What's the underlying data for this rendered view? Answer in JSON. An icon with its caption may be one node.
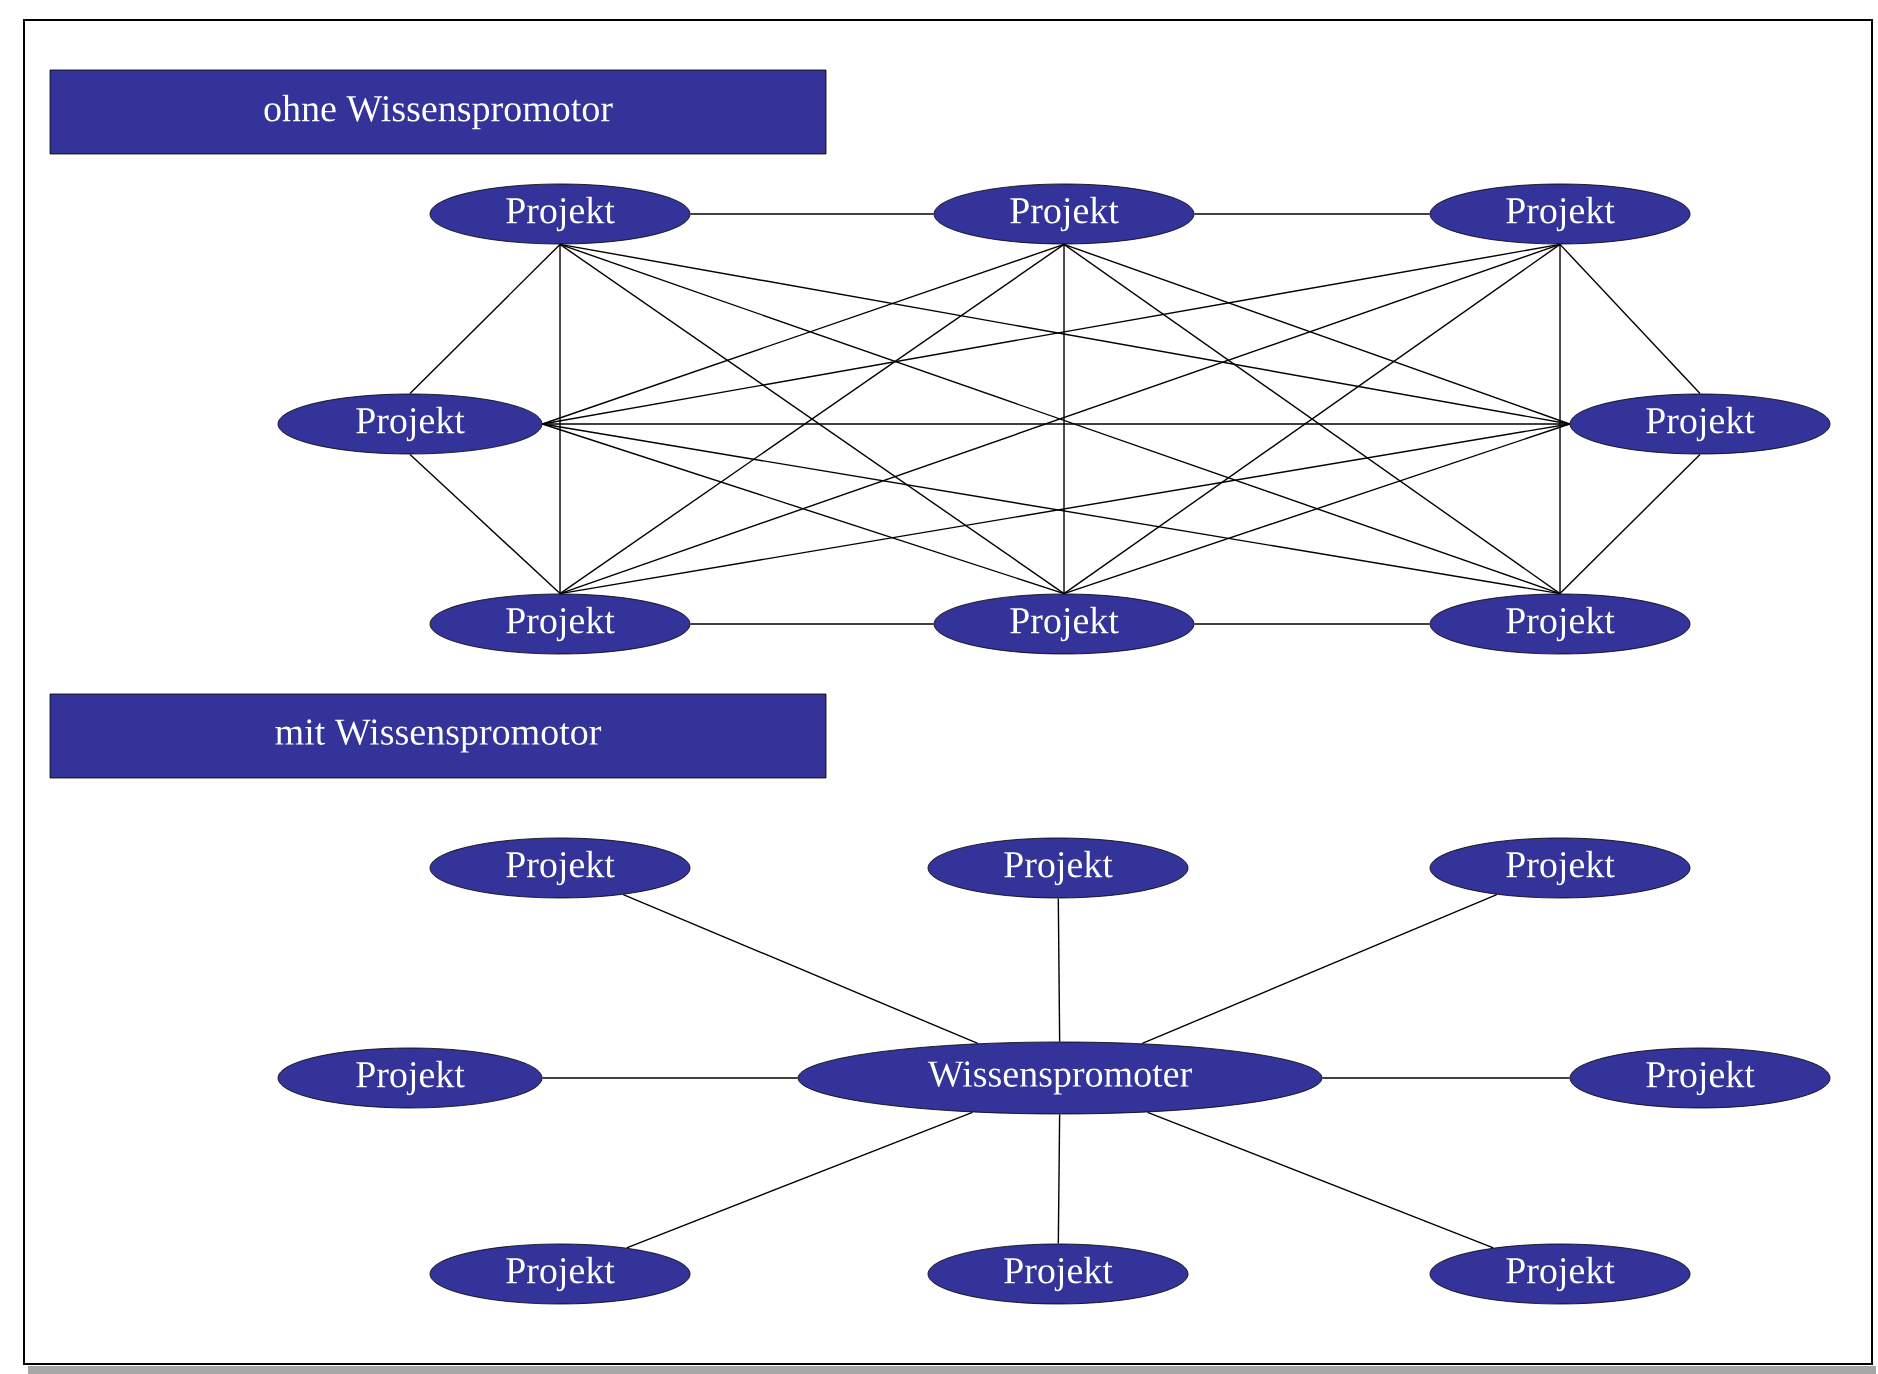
{
  "diagram": {
    "nodes": [
      {
        "text": [
          "ohne Wissenspromotor"
        ]
      },
      {
        "text": [
          "Projekt"
        ]
      },
      {
        "text": [
          "Projekt"
        ]
      },
      {
        "text": [
          "Projekt"
        ]
      },
      {
        "text": [
          "Projekt"
        ]
      },
      {
        "text": [
          "Projekt"
        ]
      },
      {
        "text": [
          "Projekt"
        ]
      },
      {
        "text": [
          "Projekt"
        ]
      },
      {
        "text": [
          "Projekt"
        ]
      },
      {
        "text": [
          "mit Wissenspromotor"
        ]
      },
      {
        "text": [
          "Projekt"
        ]
      },
      {
        "text": [
          "Projekt"
        ]
      },
      {
        "text": [
          "Projekt"
        ]
      },
      {
        "text": [
          "Projekt"
        ]
      },
      {
        "text": [
          "Wissenspromoter"
        ]
      },
      {
        "text": [
          "Projekt"
        ]
      },
      {
        "text": [
          "Projekt"
        ]
      },
      {
        "text": [
          "Projekt"
        ]
      },
      {
        "text": [
          "Projekt"
        ]
      }
    ],
    "edges": [
      {
        "from": 1,
        "to": 2,
        "arrow": "none"
      },
      {
        "from": 2,
        "to": 3,
        "arrow": "none"
      },
      {
        "from": 1,
        "to": 4,
        "arrow": "none"
      },
      {
        "from": 1,
        "to": 5,
        "arrow": "none"
      },
      {
        "from": 1,
        "to": 6,
        "arrow": "none"
      },
      {
        "from": 1,
        "to": 7,
        "arrow": "none"
      },
      {
        "from": 1,
        "to": 8,
        "arrow": "none"
      },
      {
        "from": 2,
        "to": 4,
        "arrow": "none"
      },
      {
        "from": 2,
        "to": 5,
        "arrow": "none"
      },
      {
        "from": 2,
        "to": 6,
        "arrow": "none"
      },
      {
        "from": 2,
        "to": 7,
        "arrow": "none"
      },
      {
        "from": 2,
        "to": 8,
        "arrow": "none"
      },
      {
        "from": 3,
        "to": 4,
        "arrow": "none"
      },
      {
        "from": 3,
        "to": 5,
        "arrow": "none"
      },
      {
        "from": 3,
        "to": 6,
        "arrow": "none"
      },
      {
        "from": 3,
        "to": 7,
        "arrow": "none"
      },
      {
        "from": 3,
        "to": 8,
        "arrow": "none"
      },
      {
        "from": 4,
        "to": 5,
        "arrow": "none"
      },
      {
        "from": 4,
        "to": 6,
        "arrow": "none"
      },
      {
        "from": 4,
        "to": 7,
        "arrow": "none"
      },
      {
        "from": 4,
        "to": 8,
        "arrow": "none"
      },
      {
        "from": 5,
        "to": 6,
        "arrow": "none"
      },
      {
        "from": 5,
        "to": 7,
        "arrow": "none"
      },
      {
        "from": 5,
        "to": 8,
        "arrow": "none"
      },
      {
        "from": 6,
        "to": 7,
        "arrow": "none"
      },
      {
        "from": 7,
        "to": 8,
        "arrow": "none"
      },
      {
        "from": 14,
        "to": 10,
        "arrow": "none"
      },
      {
        "from": 14,
        "to": 11,
        "arrow": "none"
      },
      {
        "from": 14,
        "to": 12,
        "arrow": "none"
      },
      {
        "from": 14,
        "to": 13,
        "arrow": "none"
      },
      {
        "from": 14,
        "to": 15,
        "arrow": "none"
      },
      {
        "from": 14,
        "to": 16,
        "arrow": "none"
      },
      {
        "from": 14,
        "to": 17,
        "arrow": "none"
      },
      {
        "from": 14,
        "to": 18,
        "arrow": "none"
      }
    ]
  }
}
